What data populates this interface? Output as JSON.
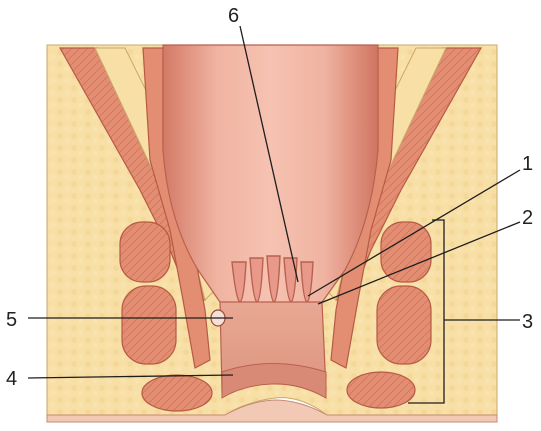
{
  "callouts": [
    {
      "id": "label-1",
      "text": "1"
    },
    {
      "id": "label-2",
      "text": "2"
    },
    {
      "id": "label-3",
      "text": "3"
    },
    {
      "id": "label-4",
      "text": "4"
    },
    {
      "id": "label-5",
      "text": "5"
    },
    {
      "id": "label-6",
      "text": "6"
    }
  ],
  "colors": {
    "background": "#ffffff",
    "fat": "#f7dfa6",
    "fat_outline": "#c9a86a",
    "muscle": "#e38e72",
    "muscle_dark": "#c45f48",
    "mucosa": "#e9a38f",
    "mucosa_dark": "#c7705c",
    "lining": "#f3b8a6"
  }
}
